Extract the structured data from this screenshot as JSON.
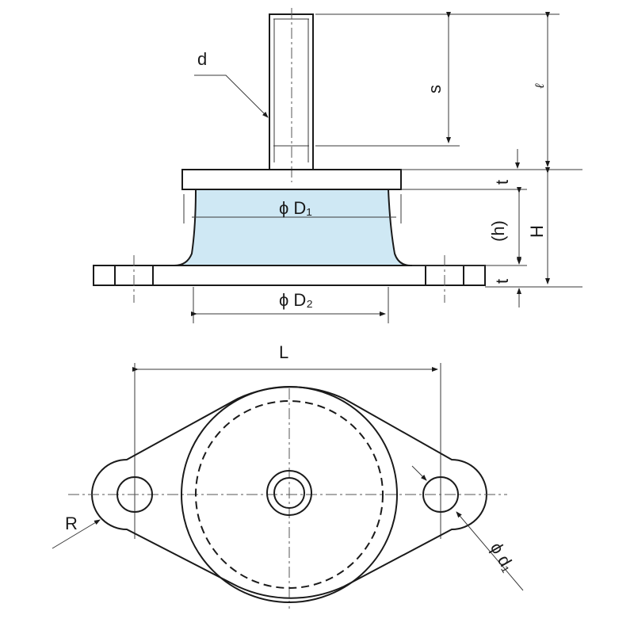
{
  "side_view": {
    "labels": {
      "thread_d": "d",
      "stud_s": "s",
      "length_l": "ℓ",
      "top_t": "t",
      "h_height": "(h)",
      "H_height": "H",
      "bottom_t": "t",
      "phi_D1": "ϕ D₁",
      "phi_D2": "ϕ D₂"
    }
  },
  "plan_view": {
    "labels": {
      "L": "L",
      "R": "R",
      "phi_d1": "ϕ d₁"
    }
  },
  "colors": {
    "rubber": "#cfe8f4",
    "line": "#1a1a1a"
  }
}
